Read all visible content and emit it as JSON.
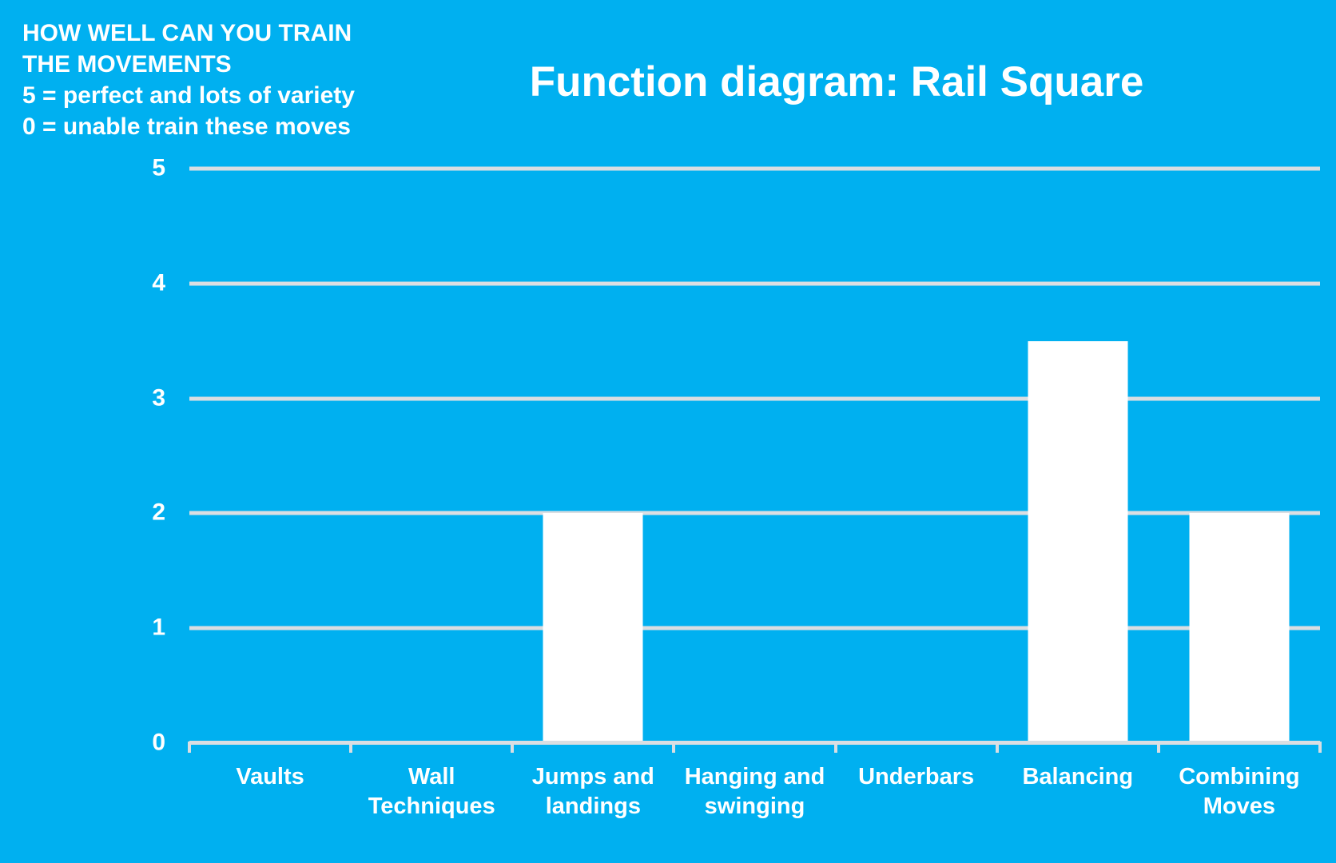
{
  "annotation": {
    "lines": [
      "HOW WELL CAN YOU TRAIN",
      "THE MOVEMENTS",
      "5 = perfect and lots of variety",
      "0 = unable train these moves"
    ]
  },
  "chart_data": {
    "type": "bar",
    "title": "Function diagram: Rail Square",
    "categories": [
      "Vaults",
      "Wall Techniques",
      "Jumps and landings",
      "Hanging and swinging",
      "Underbars",
      "Balancing",
      "Combining Moves"
    ],
    "values": [
      0,
      0,
      2,
      0,
      0,
      3.5,
      2
    ],
    "xlabel": "",
    "ylabel": "",
    "ylim": [
      0,
      5
    ],
    "yticks": [
      0,
      1,
      2,
      3,
      4,
      5
    ],
    "grid": true,
    "legend": false,
    "colors": {
      "background": "#00B0F0",
      "bar": "#FFFFFF",
      "gridline": "#DADEE2",
      "text": "#FFFFFF"
    }
  }
}
